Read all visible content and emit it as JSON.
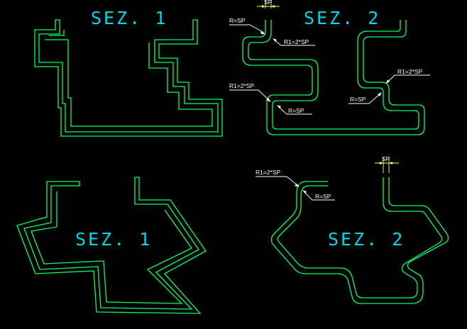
{
  "colors": {
    "background": "#000000",
    "profile": "#00ff66",
    "title_text": "#00d8e8",
    "annotation": "#ffffff",
    "dimension": "#ffff66"
  },
  "drawings": [
    {
      "title": "SEZ. 1",
      "annotations": []
    },
    {
      "title": "SEZ. 2",
      "annotations": [
        "SP",
        "R=SP",
        "R1=2*SP",
        "R1=2*SP",
        "R=SP",
        "R=SP",
        "R1=2*SP"
      ]
    },
    {
      "title": "SEZ. 1",
      "annotations": []
    },
    {
      "title": "SEZ. 2",
      "annotations": [
        "SP",
        "R1=2*SP",
        "R=SP"
      ]
    }
  ]
}
